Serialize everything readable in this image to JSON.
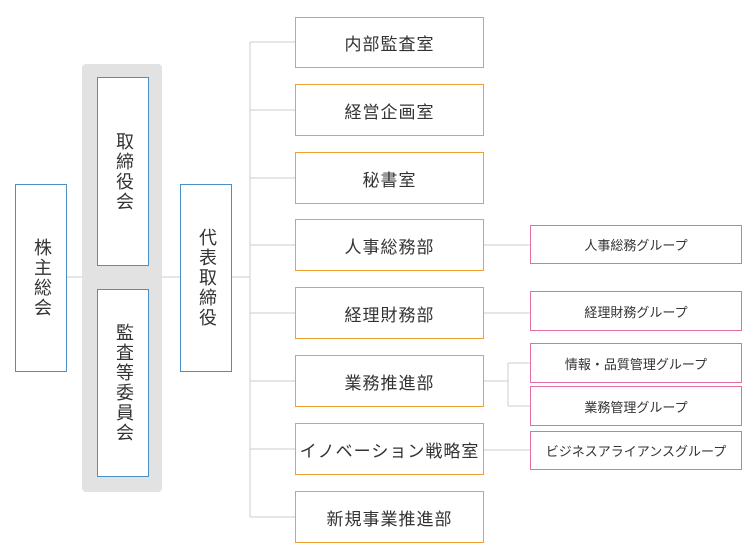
{
  "shareholders": "株主総会",
  "board": "取締役会",
  "audit": "監査等委員会",
  "ceo": "代表取締役",
  "departments": [
    "内部監査室",
    "経営企画室",
    "秘書室",
    "人事総務部",
    "経理財務部",
    "業務推進部",
    "イノベーション戦略室",
    "新規事業推進部"
  ],
  "groups": [
    "人事総務グループ",
    "経理財務グループ",
    "情報・品質管理グループ",
    "業務管理グループ",
    "ビジネスアライアンスグループ"
  ],
  "colors": {
    "top_border": "#4a90c8",
    "dept_border": "#f0a030",
    "group_border": "#e36fa5",
    "line": "#cccccc",
    "panel": "#e2e2e2"
  }
}
